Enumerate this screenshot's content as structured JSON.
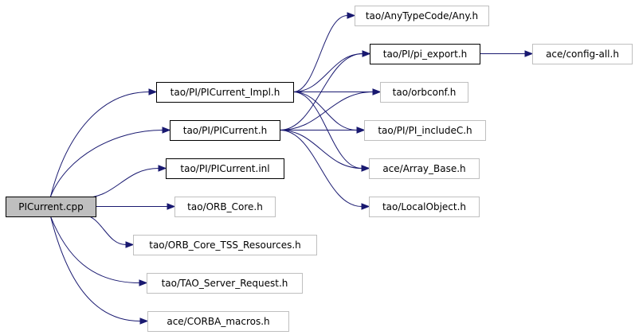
{
  "graph": {
    "edge_color": "#191970",
    "nodes": [
      {
        "id": "root",
        "label": "PICurrent.cpp",
        "style": "root"
      },
      {
        "id": "impl",
        "label": "tao/PI/PICurrent_Impl.h",
        "style": "visible"
      },
      {
        "id": "pic",
        "label": "tao/PI/PICurrent.h",
        "style": "visible"
      },
      {
        "id": "inl",
        "label": "tao/PI/PICurrent.inl",
        "style": "visible"
      },
      {
        "id": "orbcore",
        "label": "tao/ORB_Core.h",
        "style": "gray"
      },
      {
        "id": "tss",
        "label": "tao/ORB_Core_TSS_Resources.h",
        "style": "gray"
      },
      {
        "id": "tsr",
        "label": "tao/TAO_Server_Request.h",
        "style": "gray"
      },
      {
        "id": "corba",
        "label": "ace/CORBA_macros.h",
        "style": "gray"
      },
      {
        "id": "any",
        "label": "tao/AnyTypeCode/Any.h",
        "style": "gray"
      },
      {
        "id": "piexp",
        "label": "tao/PI/pi_export.h",
        "style": "visible"
      },
      {
        "id": "orbconf",
        "label": "tao/orbconf.h",
        "style": "gray"
      },
      {
        "id": "pii",
        "label": "tao/PI/PI_includeC.h",
        "style": "gray"
      },
      {
        "id": "arr",
        "label": "ace/Array_Base.h",
        "style": "gray"
      },
      {
        "id": "lobj",
        "label": "tao/LocalObject.h",
        "style": "gray"
      },
      {
        "id": "cfg",
        "label": "ace/config-all.h",
        "style": "gray"
      }
    ],
    "edges": [
      [
        "root",
        "impl"
      ],
      [
        "root",
        "pic"
      ],
      [
        "root",
        "inl"
      ],
      [
        "root",
        "orbcore"
      ],
      [
        "root",
        "tss"
      ],
      [
        "root",
        "tsr"
      ],
      [
        "root",
        "corba"
      ],
      [
        "impl",
        "any"
      ],
      [
        "impl",
        "piexp"
      ],
      [
        "impl",
        "orbconf"
      ],
      [
        "impl",
        "pii"
      ],
      [
        "impl",
        "arr"
      ],
      [
        "pic",
        "piexp"
      ],
      [
        "pic",
        "orbconf"
      ],
      [
        "pic",
        "pii"
      ],
      [
        "pic",
        "arr"
      ],
      [
        "pic",
        "lobj"
      ],
      [
        "piexp",
        "cfg"
      ]
    ]
  }
}
